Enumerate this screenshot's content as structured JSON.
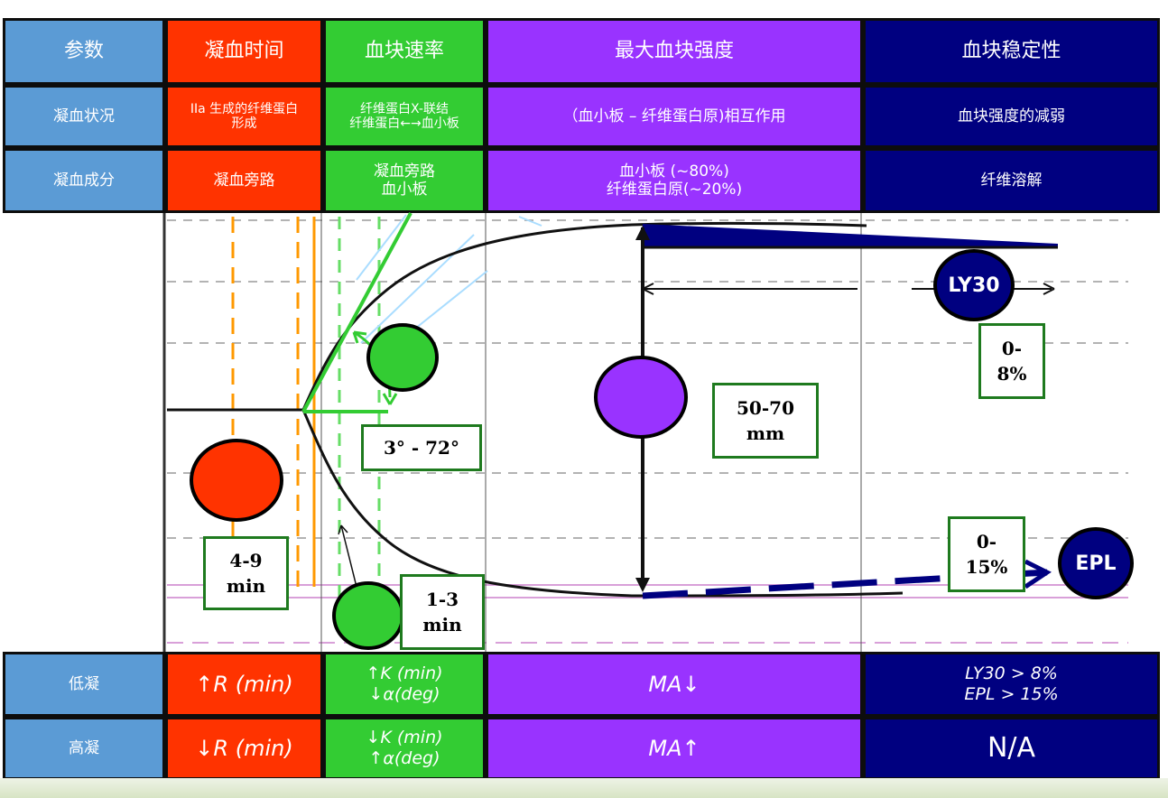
{
  "colors": {
    "blue": "#5b9bd5",
    "red": "#ff3300",
    "green": "#33cc33",
    "purple": "#9933ff",
    "navy": "#000080"
  },
  "header_row": {
    "label": "参数",
    "r": "凝血时间",
    "k": "血块速率",
    "ma": "最大血块强度",
    "ly": "血块稳定性"
  },
  "status_row": {
    "label": "凝血状况",
    "r": "IIa 生成的纤维蛋白\n形成",
    "k": "纤维蛋白X-联结\n纤维蛋白←→血小板",
    "ma": "（血小板 – 纤维蛋白原)相互作用",
    "ly": "血块强度的减弱"
  },
  "component_row": {
    "label": "凝血成分",
    "r": "凝血旁路",
    "k": "凝血旁路\n血小板",
    "ma": "血小板 (~80%)\n纤维蛋白原(~20%)",
    "ly": "纤维溶解"
  },
  "hypo_row": {
    "label": "低凝",
    "r": "↑R (min)",
    "k": "↑K (min)\n↓α(deg)",
    "ma": "MA↓",
    "ly": "LY30 > 8%\nEPL > 15%"
  },
  "hyper_row": {
    "label": "高凝",
    "r": "↓R (min)",
    "k": "↓K (min)\n↑α(deg)",
    "ma": "MA↑",
    "ly": "N/A"
  },
  "ranges": {
    "r": "4-9\nmin",
    "k": "1-3\nmin",
    "angle": "3°  - 72°",
    "ma": "50-70\nmm",
    "ly30": "0-\n8%",
    "epl": "0-\n15%"
  },
  "badges": {
    "ly30": "LY30",
    "epl": "EPL"
  }
}
